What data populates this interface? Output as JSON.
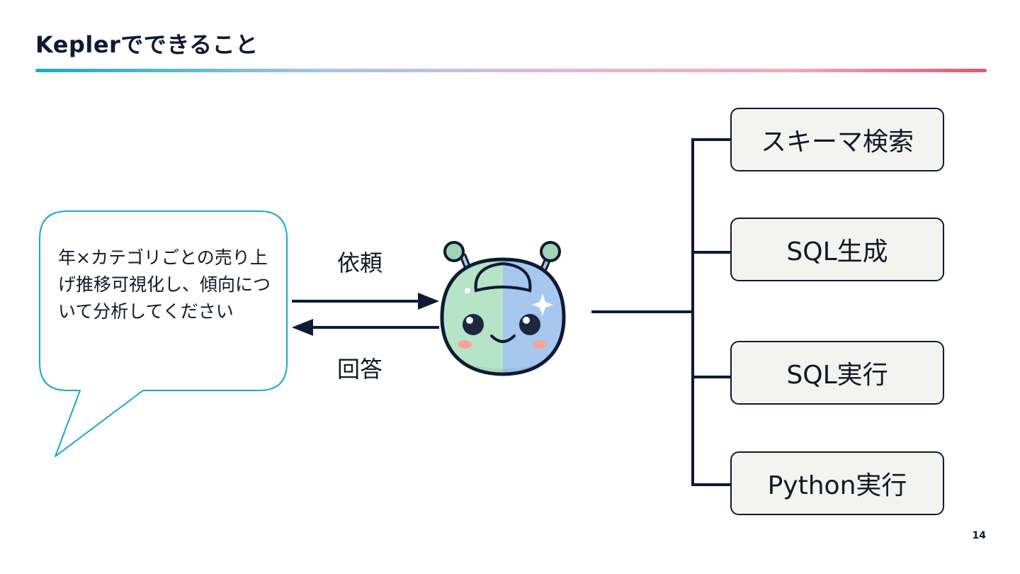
{
  "slide": {
    "title": "Keplerでできること",
    "page_number": "14"
  },
  "request_bubble": {
    "text": "年×カテゴリごとの売り上げ推移可視化し、傾向について分析してください"
  },
  "arrows": {
    "request_label": "依頼",
    "response_label": "回答"
  },
  "tools": [
    {
      "label": "スキーマ検索"
    },
    {
      "label": "SQL生成"
    },
    {
      "label": "SQL実行"
    },
    {
      "label": "Python実行"
    }
  ],
  "colors": {
    "accent_teal": "#1aa8c9",
    "accent_red": "#e0566d",
    "navy": "#0f1a35",
    "box_fill": "#f3f4ef",
    "mascot_green": "#b6e4c6",
    "mascot_blue": "#a6c8ee"
  },
  "icons": {
    "mascot": "robot-mascot-icon",
    "sparkle": "sparkle-icon"
  }
}
